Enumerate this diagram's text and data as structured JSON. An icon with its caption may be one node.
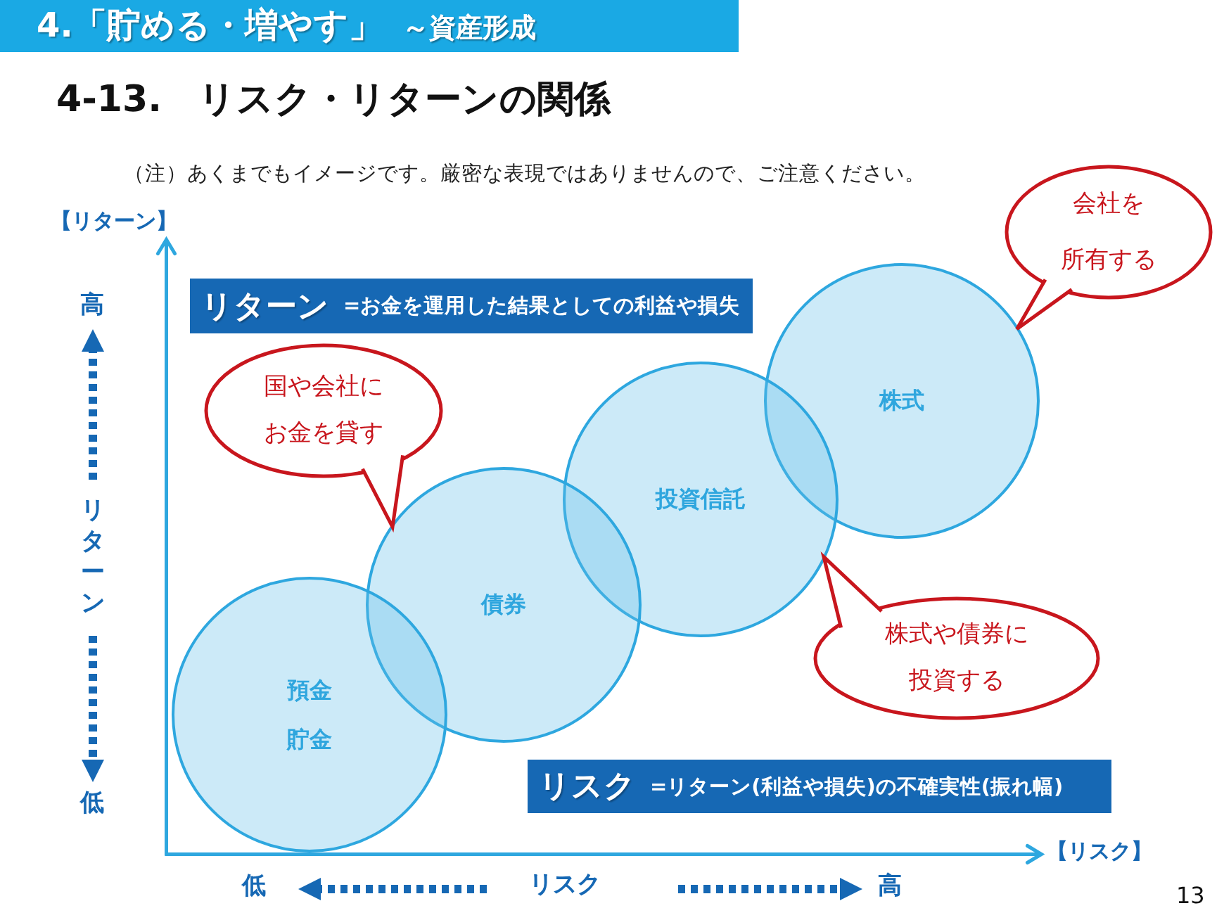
{
  "diagram": {
    "title": "4-13.　リスク・リターンの関係",
    "nodes": [
      {
        "text": [
          "リターン",
          "=お金を運用した結果としての利益や損失"
        ]
      },
      {
        "text": [
          "会社を所有する"
        ]
      },
      {
        "text": [
          "国や会社にお金を貸す"
        ]
      },
      {
        "text": [
          "株式"
        ]
      },
      {
        "text": [
          "投資信託"
        ]
      },
      {
        "text": [
          "債券"
        ]
      },
      {
        "text": [
          "株式や債券に投資する"
        ]
      },
      {
        "text": [
          "預金",
          "貯金"
        ]
      },
      {
        "text": [
          "リスク",
          "=リターン(利益や損失)の不確実性(振れ幅)"
        ]
      }
    ],
    "edges": [
      {
        "from": 1,
        "to": 3,
        "arrow": "to"
      },
      {
        "from": 2,
        "to": 5,
        "arrow": "to"
      },
      {
        "from": 6,
        "to": 4,
        "arrow": "to"
      }
    ],
    "labels": [
      "4.「貯める・増やす」",
      "～資産形成",
      "（注）あくまでもイメージです。厳密な表現ではありませんので、ご注意ください。",
      "【リターン】",
      "高",
      "リターン",
      "低",
      "【リスク】",
      "低",
      "リスク",
      "高",
      "13"
    ]
  }
}
